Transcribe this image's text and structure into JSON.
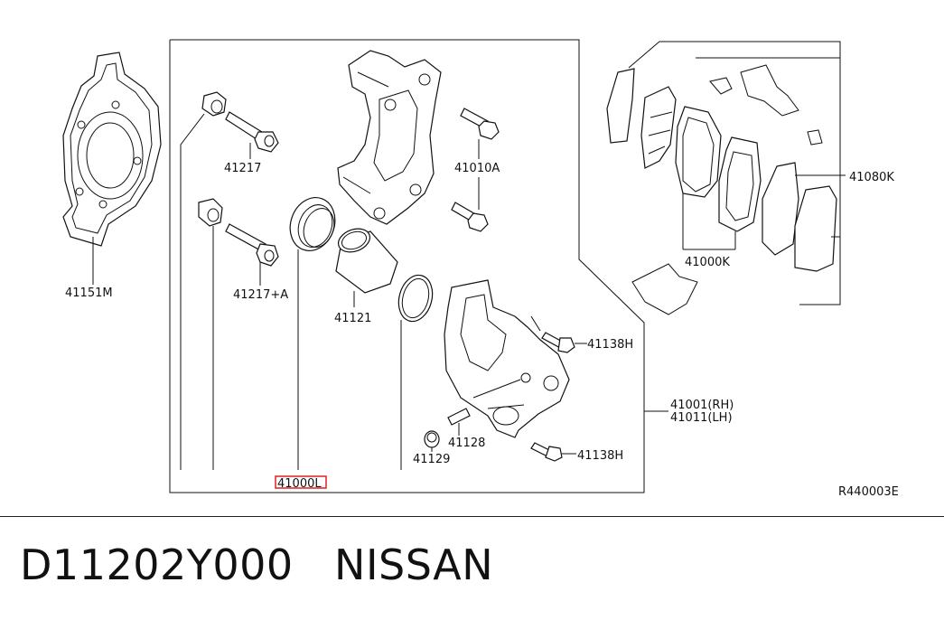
{
  "diagram": {
    "code": "R440003E",
    "labels": {
      "p41151M": "41151M",
      "p41217": "41217",
      "p41217A": "41217+A",
      "p41010A": "41010A",
      "p41121": "41121",
      "p41138H_top": "41138H",
      "p41138H_bottom": "41138H",
      "p41128": "41128",
      "p41129": "41129",
      "p41000L": "41000L",
      "p41001RH": "41001(RH)",
      "p41011LH": "41011(LH)",
      "p41080K": "41080K",
      "p41000K": "41000K"
    },
    "highlight_color": "#e02020"
  },
  "footer": {
    "part_number": "D11202Y000",
    "brand": "NISSAN"
  }
}
